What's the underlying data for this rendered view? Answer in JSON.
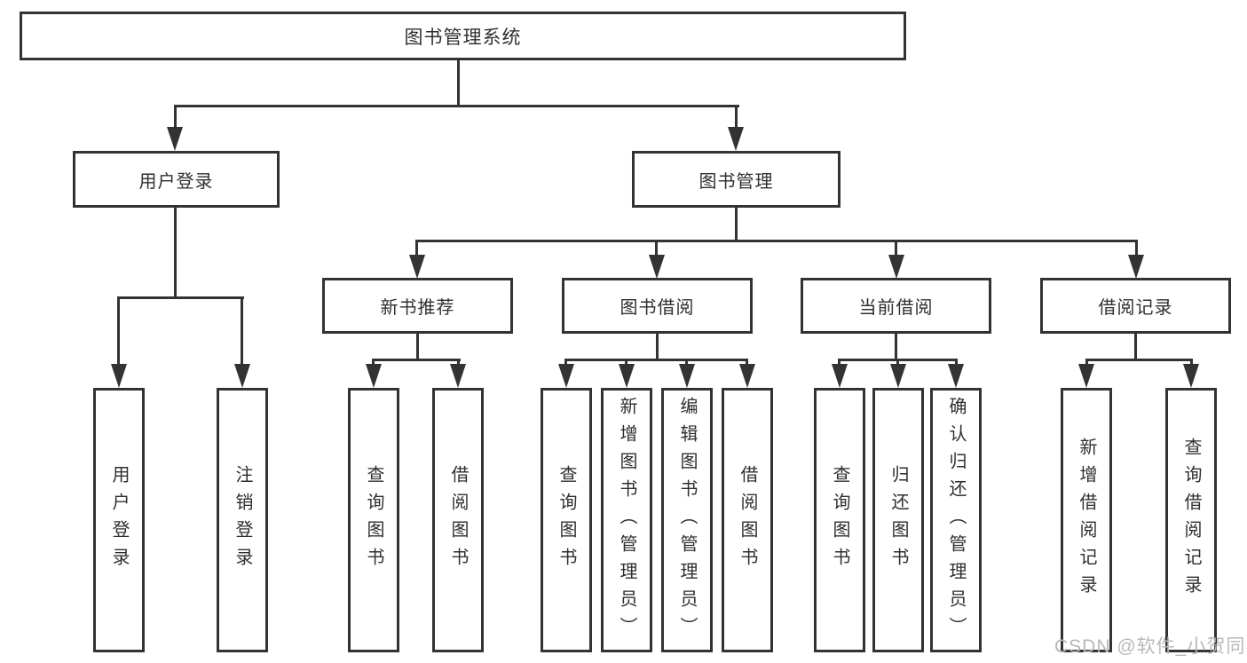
{
  "tree": {
    "label": "图书管理系统",
    "children": [
      {
        "label": "用户登录",
        "children": [
          {
            "label": "用户登录"
          },
          {
            "label": "注销登录"
          }
        ]
      },
      {
        "label": "图书管理",
        "children": [
          {
            "label": "新书推荐",
            "children": [
              {
                "label": "查询图书"
              },
              {
                "label": "借阅图书"
              }
            ]
          },
          {
            "label": "图书借阅",
            "children": [
              {
                "label": "查询图书"
              },
              {
                "label": "新增图书（管理员）"
              },
              {
                "label": "编辑图书（管理员）"
              },
              {
                "label": "借阅图书"
              }
            ]
          },
          {
            "label": "当前借阅",
            "children": [
              {
                "label": "查询图书"
              },
              {
                "label": "归还图书"
              },
              {
                "label": "确认归还（管理员）"
              }
            ]
          },
          {
            "label": "借阅记录",
            "children": [
              {
                "label": "新增借阅记录"
              },
              {
                "label": "查询借阅记录"
              }
            ]
          }
        ]
      }
    ]
  },
  "watermark": {
    "text": "CSDN @软件_小贺同学"
  },
  "colors": {
    "line": "#333333",
    "box_border": "#333333",
    "text": "#2f2f2f",
    "watermark": "#b9b9b9",
    "background": "#ffffff"
  }
}
